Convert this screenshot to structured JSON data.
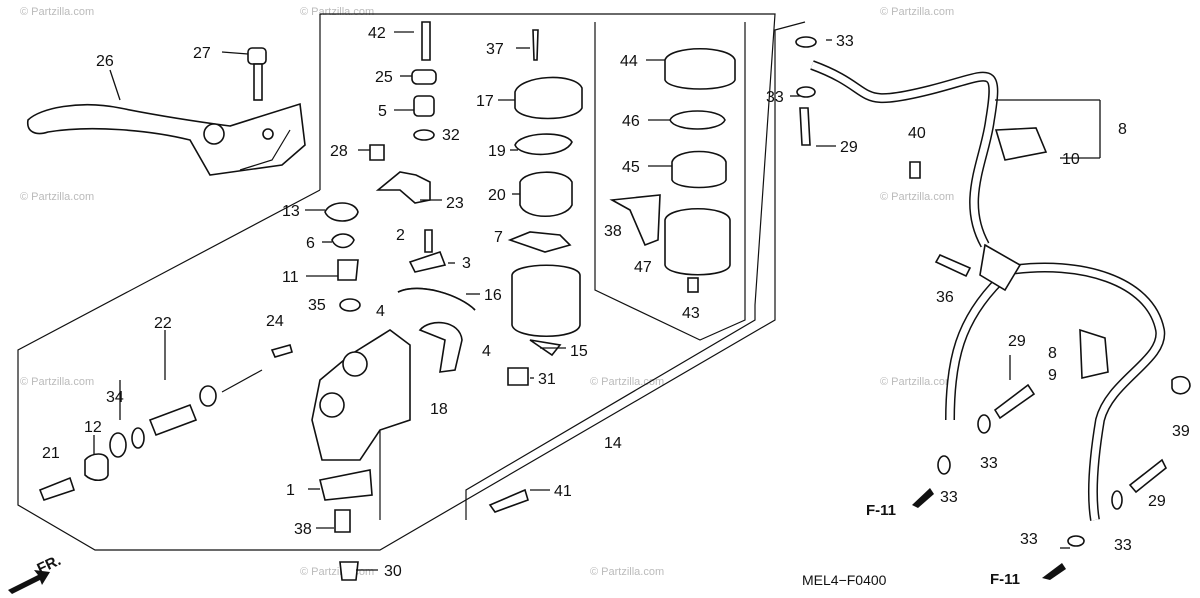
{
  "diagram_code": "MEL4−F0400",
  "direction_label": "FR.",
  "reference_labels": [
    "F-11",
    "F-11"
  ],
  "watermark_text": "© Partzilla.com",
  "callouts": [
    {
      "id": "c26",
      "label": "26"
    },
    {
      "id": "c27",
      "label": "27"
    },
    {
      "id": "c42",
      "label": "42"
    },
    {
      "id": "c25",
      "label": "25"
    },
    {
      "id": "c5",
      "label": "5"
    },
    {
      "id": "c32",
      "label": "32"
    },
    {
      "id": "c28",
      "label": "28"
    },
    {
      "id": "c23",
      "label": "23"
    },
    {
      "id": "c13",
      "label": "13"
    },
    {
      "id": "c6",
      "label": "6"
    },
    {
      "id": "c2",
      "label": "2"
    },
    {
      "id": "c3",
      "label": "3"
    },
    {
      "id": "c11",
      "label": "11"
    },
    {
      "id": "c35",
      "label": "35"
    },
    {
      "id": "c4a",
      "label": "4"
    },
    {
      "id": "c16",
      "label": "16"
    },
    {
      "id": "c4b",
      "label": "4"
    },
    {
      "id": "c15",
      "label": "15"
    },
    {
      "id": "c31",
      "label": "31"
    },
    {
      "id": "c18",
      "label": "18"
    },
    {
      "id": "c37",
      "label": "37"
    },
    {
      "id": "c17",
      "label": "17"
    },
    {
      "id": "c19",
      "label": "19"
    },
    {
      "id": "c20",
      "label": "20"
    },
    {
      "id": "c7",
      "label": "7"
    },
    {
      "id": "c44",
      "label": "44"
    },
    {
      "id": "c46",
      "label": "46"
    },
    {
      "id": "c45",
      "label": "45"
    },
    {
      "id": "c38a",
      "label": "38"
    },
    {
      "id": "c47",
      "label": "47"
    },
    {
      "id": "c43",
      "label": "43"
    },
    {
      "id": "c22",
      "label": "22"
    },
    {
      "id": "c24",
      "label": "24"
    },
    {
      "id": "c34",
      "label": "34"
    },
    {
      "id": "c12",
      "label": "12"
    },
    {
      "id": "c21",
      "label": "21"
    },
    {
      "id": "c1",
      "label": "1"
    },
    {
      "id": "c38b",
      "label": "38"
    },
    {
      "id": "c30",
      "label": "30"
    },
    {
      "id": "c41",
      "label": "41"
    },
    {
      "id": "c14",
      "label": "14"
    },
    {
      "id": "c33a",
      "label": "33"
    },
    {
      "id": "c33b",
      "label": "33"
    },
    {
      "id": "c29a",
      "label": "29"
    },
    {
      "id": "c40",
      "label": "40"
    },
    {
      "id": "c8a",
      "label": "8"
    },
    {
      "id": "c10",
      "label": "10"
    },
    {
      "id": "c36",
      "label": "36"
    },
    {
      "id": "c29b",
      "label": "29"
    },
    {
      "id": "c8b",
      "label": "8"
    },
    {
      "id": "c9",
      "label": "9"
    },
    {
      "id": "c39",
      "label": "39"
    },
    {
      "id": "c33c",
      "label": "33"
    },
    {
      "id": "c33d",
      "label": "33"
    },
    {
      "id": "c29c",
      "label": "29"
    },
    {
      "id": "c33e",
      "label": "33"
    },
    {
      "id": "c33f",
      "label": "33"
    }
  ]
}
